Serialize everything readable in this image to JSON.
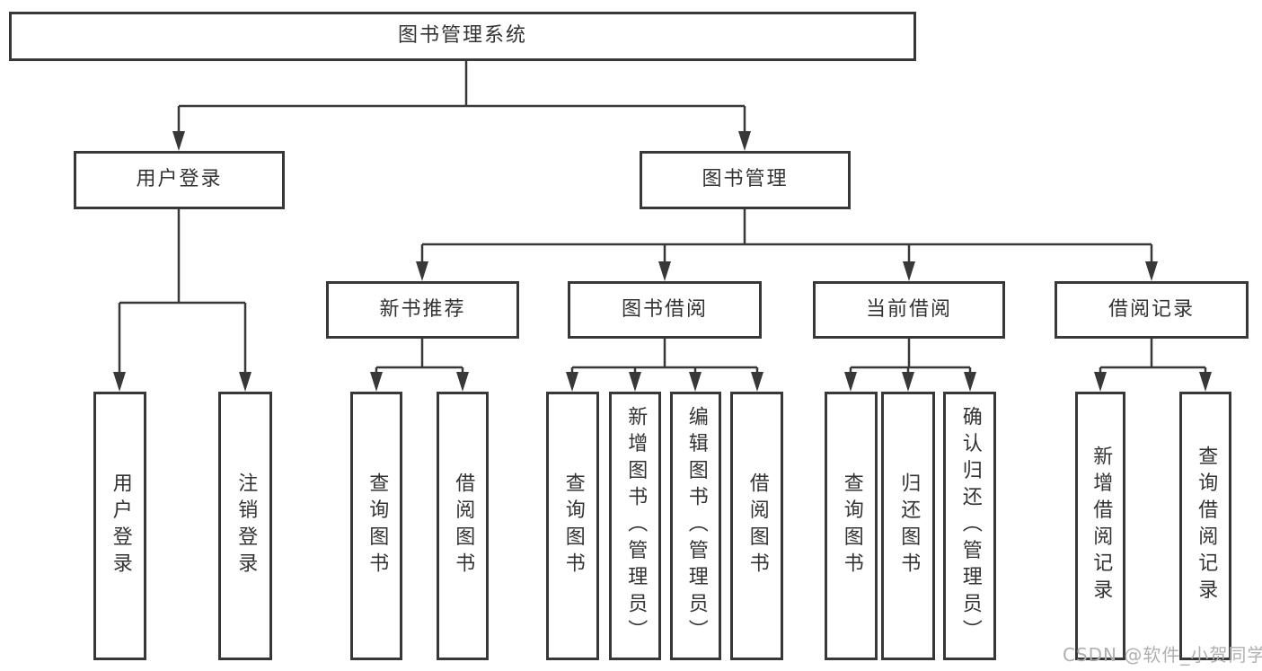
{
  "nodes": {
    "root": "图书管理系统",
    "user_login": "用户登录",
    "book_mgmt": "图书管理",
    "new_book_rec": "新书推荐",
    "book_borrow": "图书借阅",
    "current_borrow": "当前借阅",
    "borrow_record": "借阅记录",
    "leaf_user_login": "用户登录",
    "leaf_logout": "注销登录",
    "leaf_nb_query": "查询图书",
    "leaf_nb_borrow": "借阅图书",
    "leaf_bb_query": "查询图书",
    "leaf_bb_add": "新增图书（管理员）",
    "leaf_bb_edit": "编辑图书（管理员）",
    "leaf_bb_borrow": "借阅图书",
    "leaf_cb_query": "查询图书",
    "leaf_cb_return": "归还图书",
    "leaf_cb_confirm": "确认归还（管理员）",
    "leaf_br_add": "新增借阅记录",
    "leaf_br_query": "查询借阅记录"
  },
  "watermark": "CSDN @软件_小贺同学",
  "colors": {
    "line": "#383838",
    "text": "#333333",
    "watermark": "#b0b0b0",
    "background": "#ffffff"
  }
}
